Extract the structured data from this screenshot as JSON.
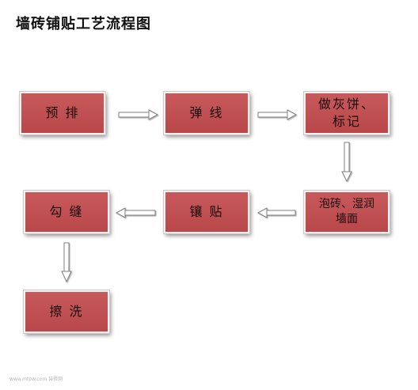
{
  "title": "墙砖铺贴工艺流程图",
  "steps": {
    "s1": "预 排",
    "s2": "弹 线",
    "s3": "做灰饼、\n标记",
    "s4": "泡砖、湿润\n墙面",
    "s5": "镶 贴",
    "s6": "勾 缝",
    "s7": "擦 洗"
  },
  "colors": {
    "box_fill": "#c0504d",
    "arrow": "#7f7f7f"
  },
  "footer": "www.mtpw.com 装修网"
}
